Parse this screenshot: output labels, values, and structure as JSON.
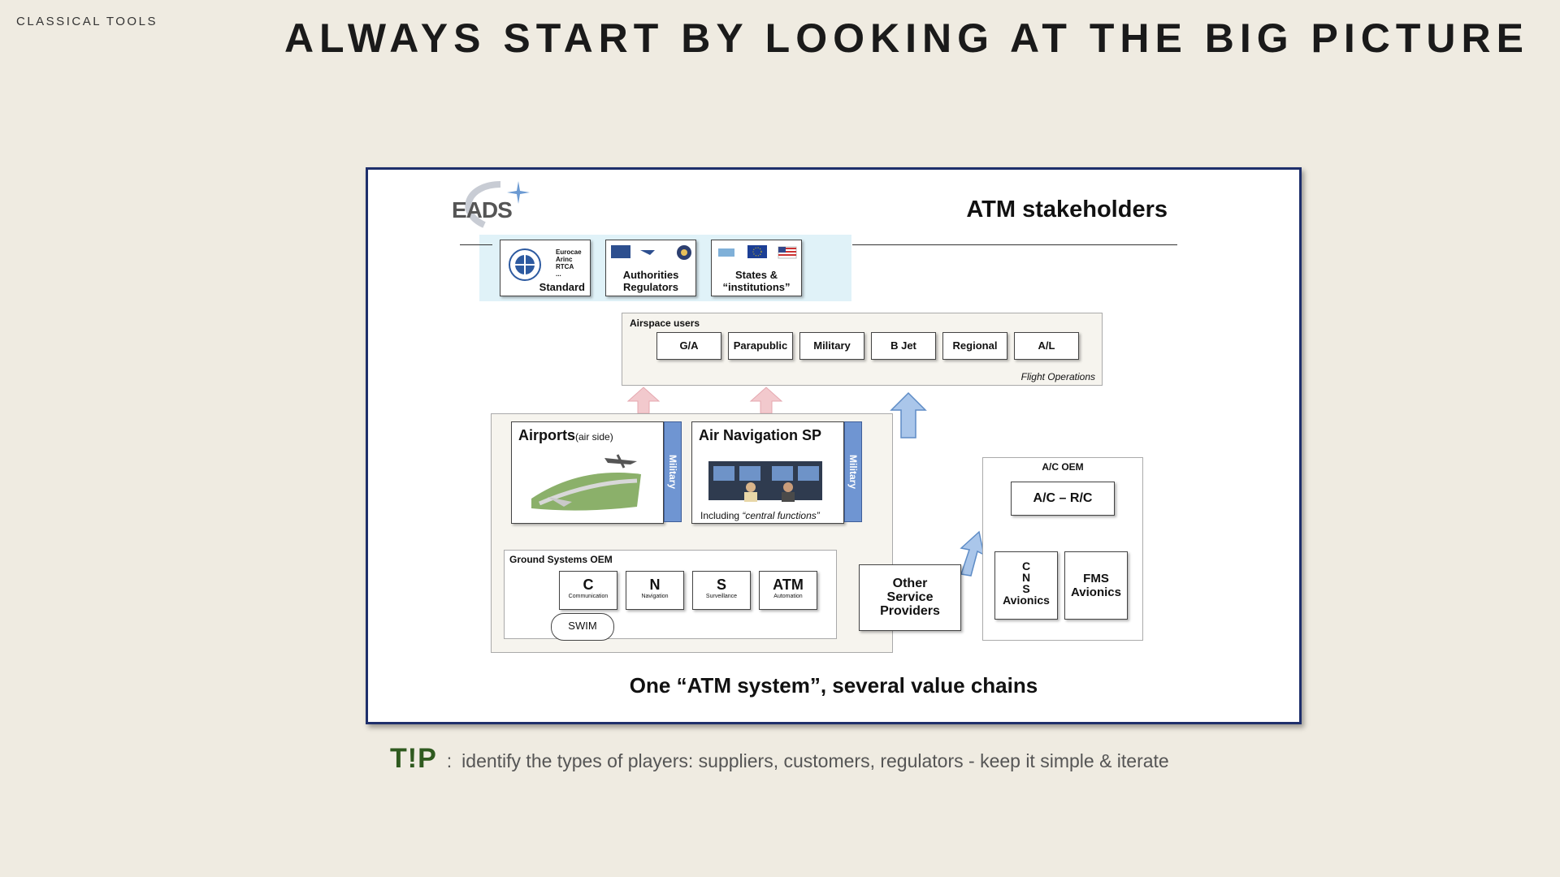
{
  "header": {
    "section": "CLASSICAL TOOLS",
    "title": "ALWAYS START BY LOOKING AT THE BIG PICTURE"
  },
  "diagram": {
    "logo_text": "EADS",
    "title": "ATM stakeholders",
    "top_boxes": {
      "standard": {
        "label": "Standard",
        "orgs": [
          "Eurocae",
          "Arinc",
          "RTCA",
          "..."
        ]
      },
      "authorities": {
        "line1": "Authorities",
        "line2": "Regulators"
      },
      "states": {
        "line1": "States &",
        "line2": "“institutions”"
      }
    },
    "airspace_users": {
      "title": "Airspace users",
      "items": [
        "G/A",
        "Parapublic",
        "Military",
        "B Jet",
        "Regional",
        "A/L"
      ],
      "note": "Flight Operations"
    },
    "airports": {
      "title": "Airports",
      "qualifier": "(air side)"
    },
    "ansp": {
      "title": "Air Navigation SP",
      "note_prefix": "Including ",
      "note_italic": "“central functions”"
    },
    "military_label": "Military",
    "ground_oem": {
      "title": "Ground  Systems OEM",
      "items": [
        {
          "letter": "C",
          "sub": "Communication"
        },
        {
          "letter": "N",
          "sub": "Navigation"
        },
        {
          "letter": "S",
          "sub": "Surveillance"
        },
        {
          "letter": "ATM",
          "sub": "Automation"
        }
      ],
      "swim": "SWIM"
    },
    "other_sp": {
      "line1": "Other",
      "line2": "Service",
      "line3": "Providers"
    },
    "ac_oem": {
      "title": "A/C OEM",
      "acrc": "A/C – R/C",
      "cns_letters": [
        "C",
        "N",
        "S"
      ],
      "cns_label": "Avionics",
      "fms_line1": "FMS",
      "fms_line2": "Avionics"
    },
    "caption": "One “ATM system”, several value chains"
  },
  "tip": {
    "mark": "T!P",
    "separator": ":",
    "text": "identify the types of players: suppliers, customers, regulators  -  keep it simple & iterate"
  },
  "colors": {
    "background": "#efebe1",
    "frame_border": "#1e2f6b",
    "military_bar": "#6f95d2",
    "pink_arrow": "#f2c9cd",
    "blue_arrow": "#aac6ea",
    "tip_green": "#2f5a1f"
  }
}
